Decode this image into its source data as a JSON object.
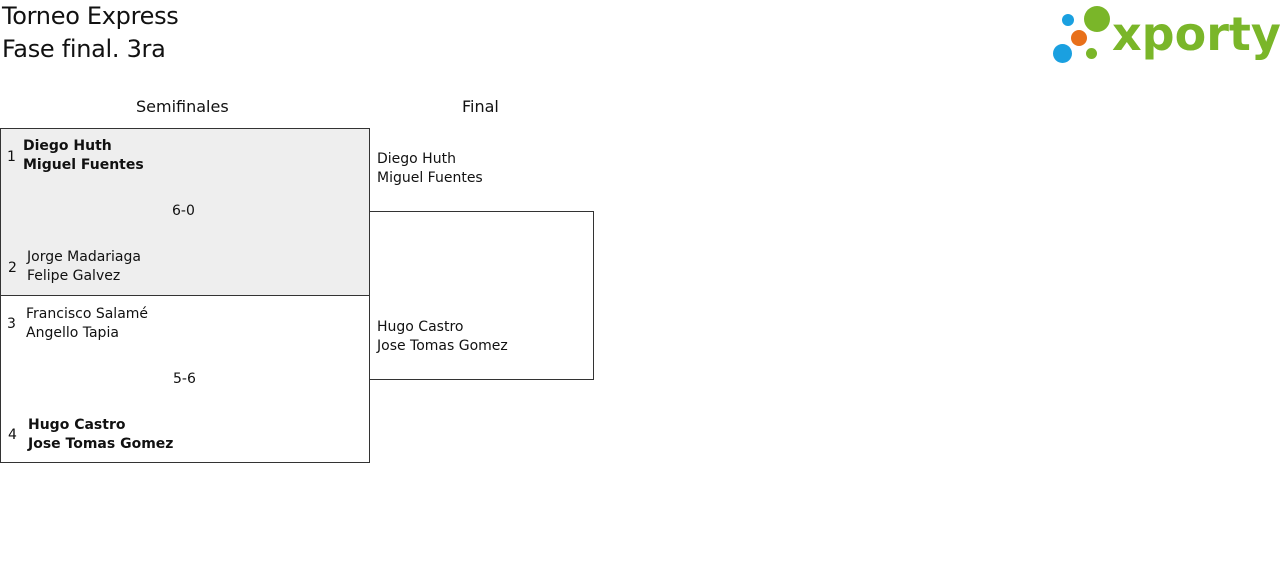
{
  "header": {
    "title_line1": "Torneo Express",
    "title_line2": "Fase final. 3ra"
  },
  "logo": {
    "text": "xporty",
    "colors": {
      "green": "#7ab629",
      "blue": "#1aa0e0",
      "orange": "#e8701a"
    }
  },
  "bracket": {
    "rounds": [
      "Semifinales",
      "Final"
    ],
    "semifinals": [
      {
        "team_a": {
          "seed": "1",
          "players": [
            "Diego Huth",
            "Miguel Fuentes"
          ],
          "winner": true
        },
        "team_b": {
          "seed": "2",
          "players": [
            "Jorge Madariaga",
            "Felipe Galvez"
          ],
          "winner": false
        },
        "score": "6-0",
        "highlighted": true
      },
      {
        "team_a": {
          "seed": "3",
          "players": [
            "Francisco Salamé",
            "Angello Tapia"
          ],
          "winner": false
        },
        "team_b": {
          "seed": "4",
          "players": [
            "Hugo Castro",
            "Jose Tomas Gomez"
          ],
          "winner": true
        },
        "score": "5-6",
        "highlighted": false
      }
    ],
    "final": {
      "team_a": {
        "players": [
          "Diego Huth",
          "Miguel Fuentes"
        ]
      },
      "team_b": {
        "players": [
          "Hugo Castro",
          "Jose Tomas Gomez"
        ]
      }
    }
  }
}
